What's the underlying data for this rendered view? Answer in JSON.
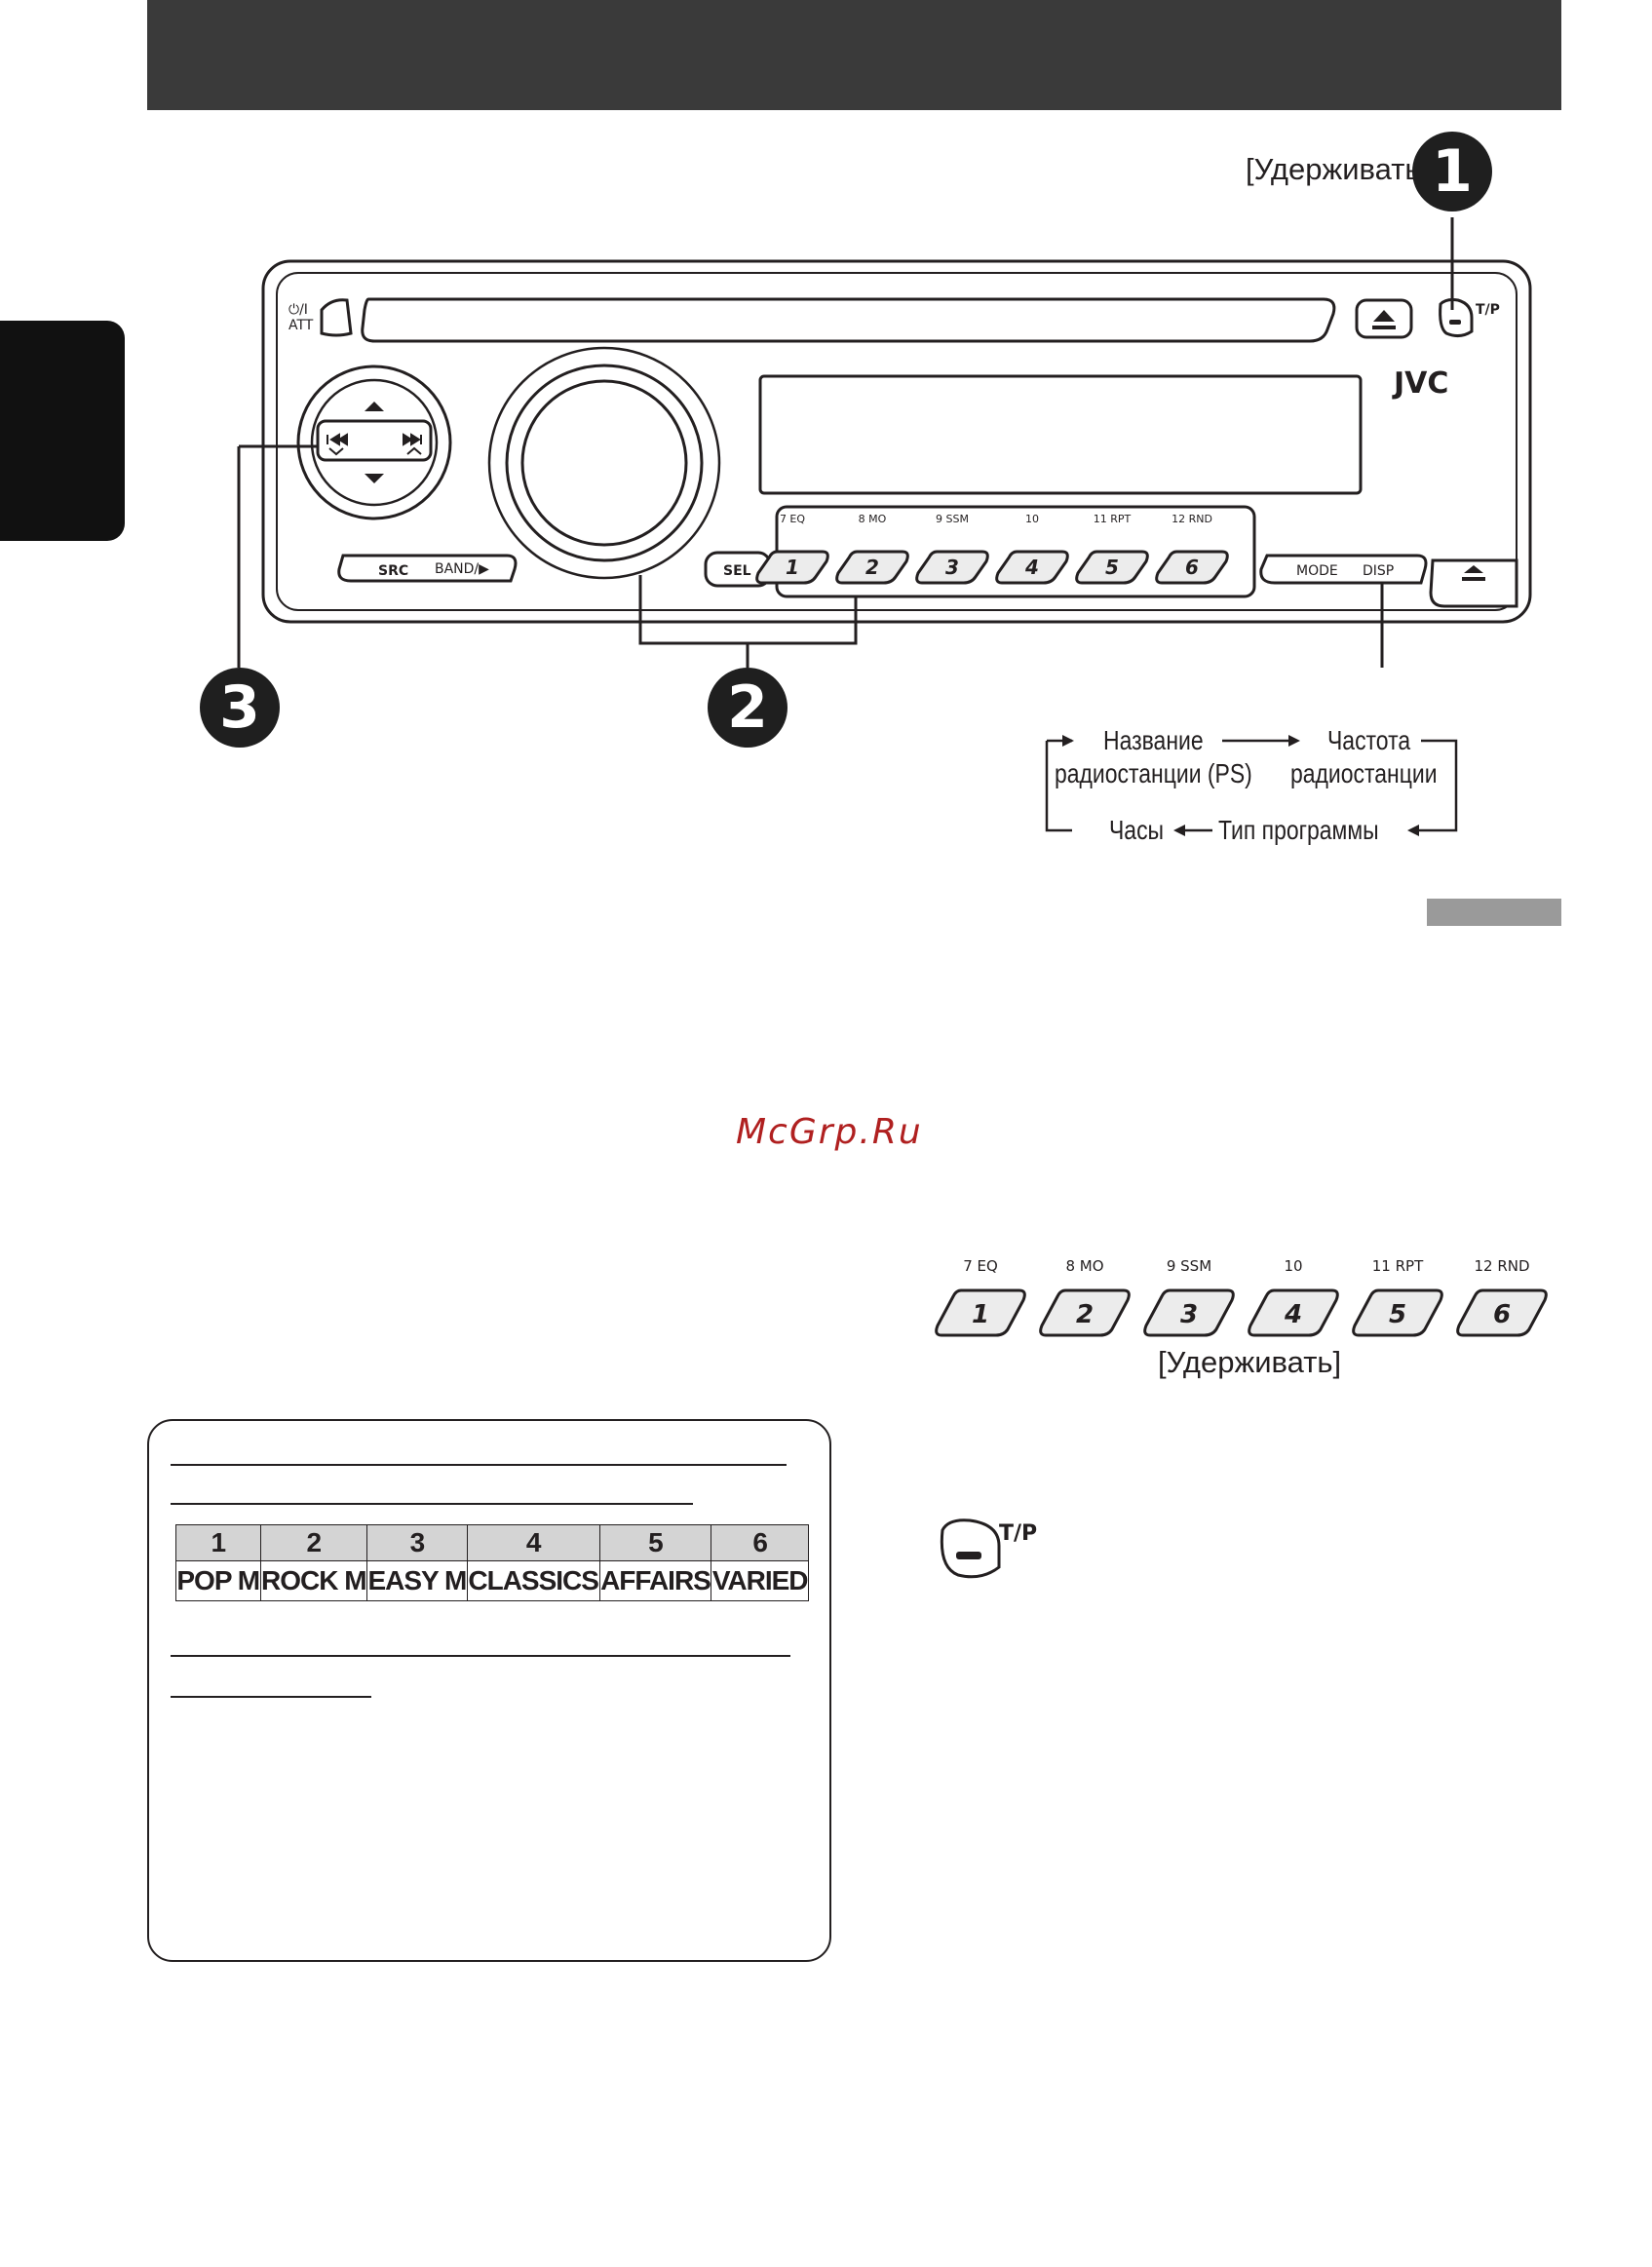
{
  "header": {
    "hold_label": "[Удерживать]"
  },
  "callouts": [
    "1",
    "2",
    "3"
  ],
  "unit": {
    "brand": "JVC",
    "power_label": "⏻/I",
    "att_label": "ATT",
    "tp_label": "T/P",
    "src_label": "SRC",
    "band_label": "BAND/▶",
    "sel_label": "SEL",
    "mode_label": "MODE",
    "disp_label": "DISP",
    "preset_buttons": [
      "1",
      "2",
      "3",
      "4",
      "5",
      "6"
    ],
    "preset_secondary": [
      "7 EQ",
      "8 MO",
      "9 SSM",
      "10",
      "11 RPT",
      "12 RND"
    ]
  },
  "display_cycle": {
    "station_name": "Название радиостанции (PS)",
    "station_name_line1": "Название",
    "station_name_line2": "радиостанции (PS)",
    "frequency_line1": "Частота",
    "frequency_line2": "радиостанции",
    "clock": "Часы",
    "program_type": "Тип программы"
  },
  "watermark": "McGrp.Ru",
  "preset_panel": {
    "hold_label": "[Удерживать]"
  },
  "tp_button": {
    "label": "T/P"
  },
  "pty_table": {
    "numbers": [
      "1",
      "2",
      "3",
      "4",
      "5",
      "6"
    ],
    "names": [
      "POP M",
      "ROCK M",
      "EASY M",
      "CLASSICS",
      "AFFAIRS",
      "VARIED"
    ]
  },
  "colors": {
    "header_bar": "#3a3a3a",
    "watermark": "#b02020",
    "table_header": "#d4d4d4"
  }
}
